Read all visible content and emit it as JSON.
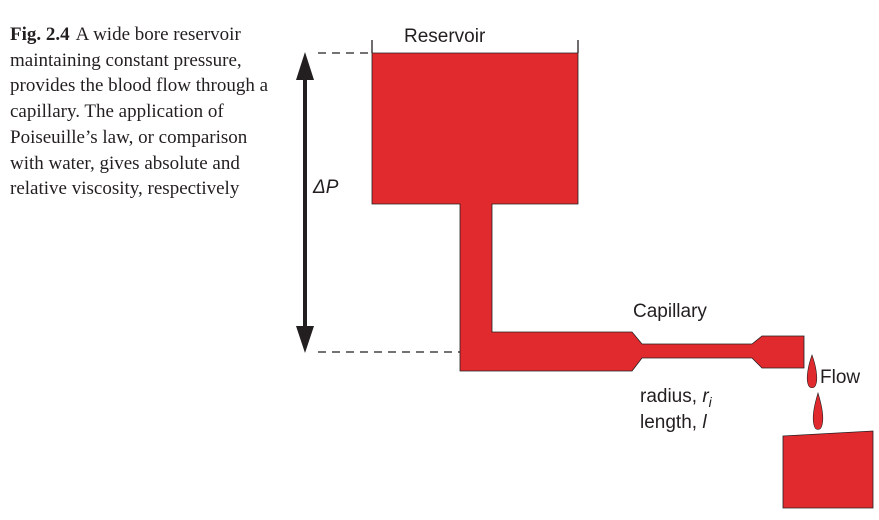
{
  "caption": {
    "fig_label": "Fig. 2.4",
    "text": "A wide bore reservoir maintaining constant pressure, provides the blood flow through a capillary. The application of Poiseuille’s law, or comparison with water, gives absolute and relative viscosity, respectively"
  },
  "diagram": {
    "reservoir_label": "Reservoir",
    "pressure_label": "ΔP",
    "capillary_label": "Capillary",
    "radius_label": "radius, ",
    "radius_symbol": "r",
    "radius_subscript": "i",
    "length_label": "length, ",
    "length_symbol": "l",
    "flow_label": "Flow"
  },
  "colors": {
    "fluid": "#e12a2e",
    "outline": "#231f20"
  }
}
